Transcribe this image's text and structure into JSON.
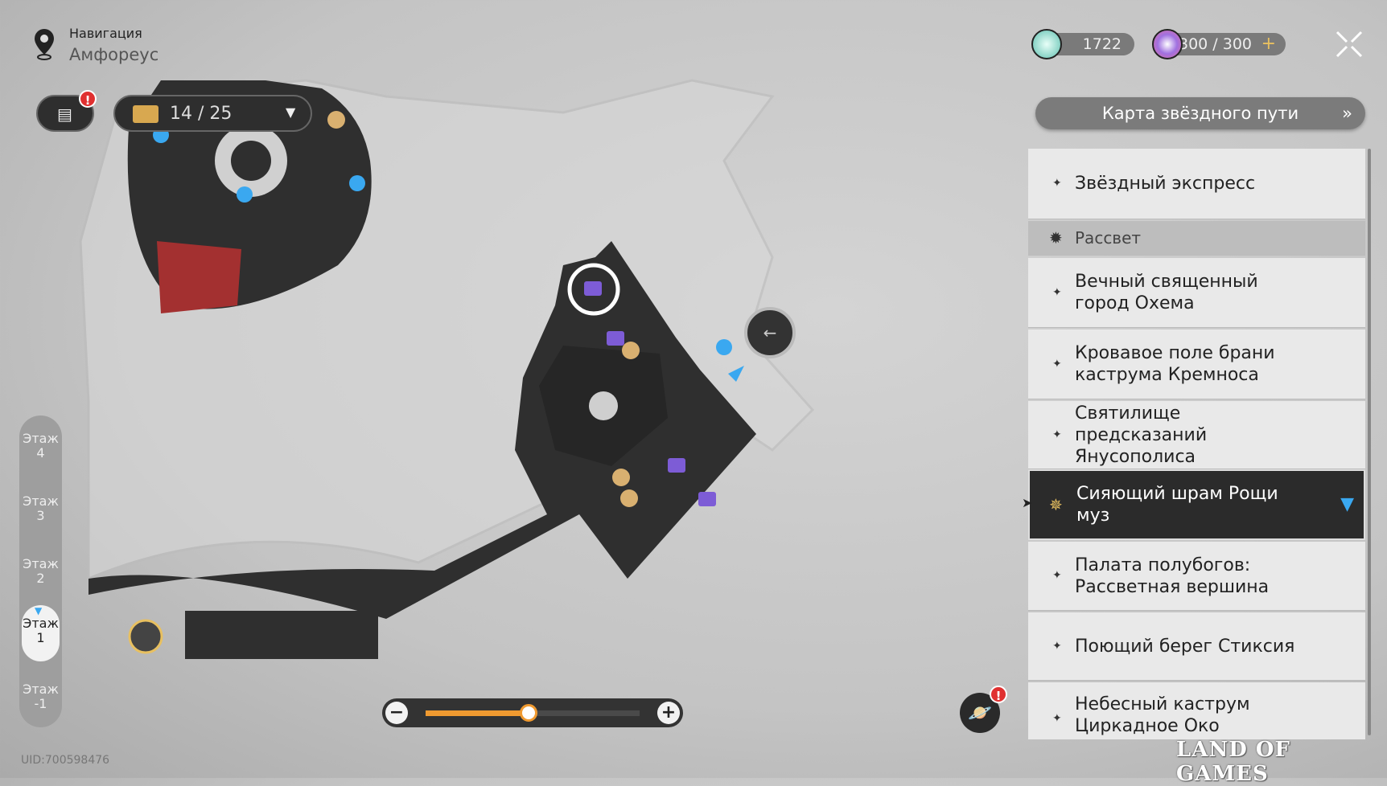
{
  "header": {
    "nav_title": "Навигация",
    "location": "Амфореус"
  },
  "chest": {
    "count": "14 / 25"
  },
  "currencies": {
    "fuel": "1722",
    "power": "300 / 300",
    "add": "+"
  },
  "star_path_button": "Карта звёздного пути",
  "star_path_arrow": "»",
  "list": [
    {
      "label": "Звёздный экспресс",
      "type": "item"
    },
    {
      "label": "Рассвет",
      "type": "header"
    },
    {
      "label": "Вечный священный город Охема",
      "type": "item"
    },
    {
      "label": "Кровавое поле брани каструма Кремноса",
      "type": "item"
    },
    {
      "label": "Святилище предсказаний Янусополиса",
      "type": "item"
    },
    {
      "label": "Сияющий шрам Рощи муз",
      "type": "selected"
    },
    {
      "label": "Палата полубогов: Рассветная вершина",
      "type": "item"
    },
    {
      "label": "Поющий берег Стиксия",
      "type": "item"
    },
    {
      "label": "Небесный каструм Циркадное Око",
      "type": "item"
    }
  ],
  "floors": [
    "Этаж 4",
    "Этаж 3",
    "Этаж 2",
    "Этаж 1",
    "Этаж -1"
  ],
  "selected_floor": "Этаж 1",
  "zoom": {
    "minus": "−",
    "plus": "+",
    "level": 0.48
  },
  "badge": "!",
  "uid": "UID:700598476",
  "watermark": "LAND OF GAMES",
  "colors": {
    "accent": "#f09a30",
    "selected_bg": "#2b2b2b",
    "alert": "#e03030",
    "marker_blue": "#3aa8f0"
  }
}
